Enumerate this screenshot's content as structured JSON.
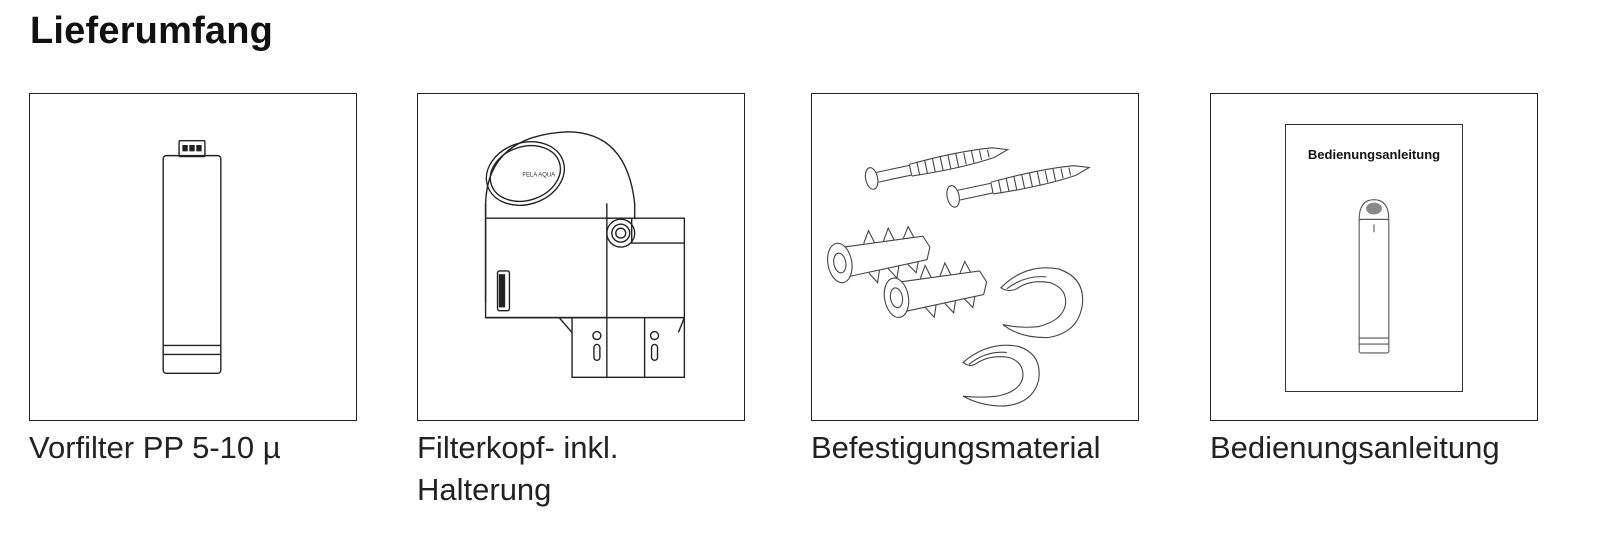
{
  "heading": "Lieferumfang",
  "items": [
    {
      "caption": "Vorfilter PP 5-10 µ",
      "icon": "filter-cartridge"
    },
    {
      "caption": "Filterkopf- inkl.\nHalterung",
      "icon": "filter-head-with-bracket"
    },
    {
      "caption": "Befestigungsmaterial",
      "icon": "screws-dowels-clips"
    },
    {
      "caption": "Bedienungsanleitung",
      "icon": "manual-booklet"
    }
  ],
  "manual": {
    "cover_title": "Bedienungsanleitung"
  },
  "brand_mark": "FELA AQUA"
}
